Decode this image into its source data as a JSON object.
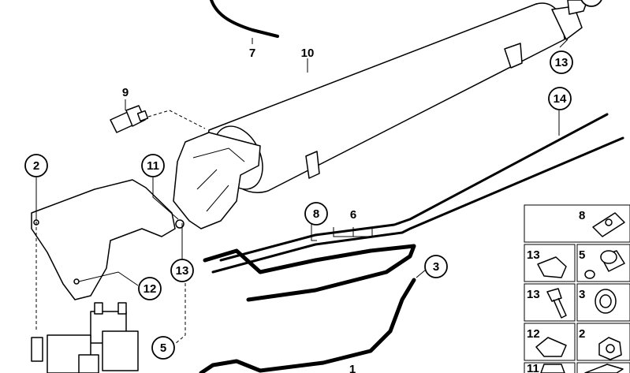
{
  "callouts": {
    "c1": "1",
    "c2": "2",
    "c3": "3",
    "c5": "5",
    "c6": "6",
    "c7": "7",
    "c8": "8",
    "c9": "9",
    "c10": "10",
    "c11": "11",
    "c12": "12",
    "c13a": "13",
    "c13b": "13",
    "c14": "14"
  },
  "legend": {
    "r1_left": "8",
    "r2_left": "13",
    "r2_right": "5",
    "r3_left": "13",
    "r3_right": "3",
    "r4_left": "12",
    "r4_right": "2",
    "r5_left": "11"
  }
}
